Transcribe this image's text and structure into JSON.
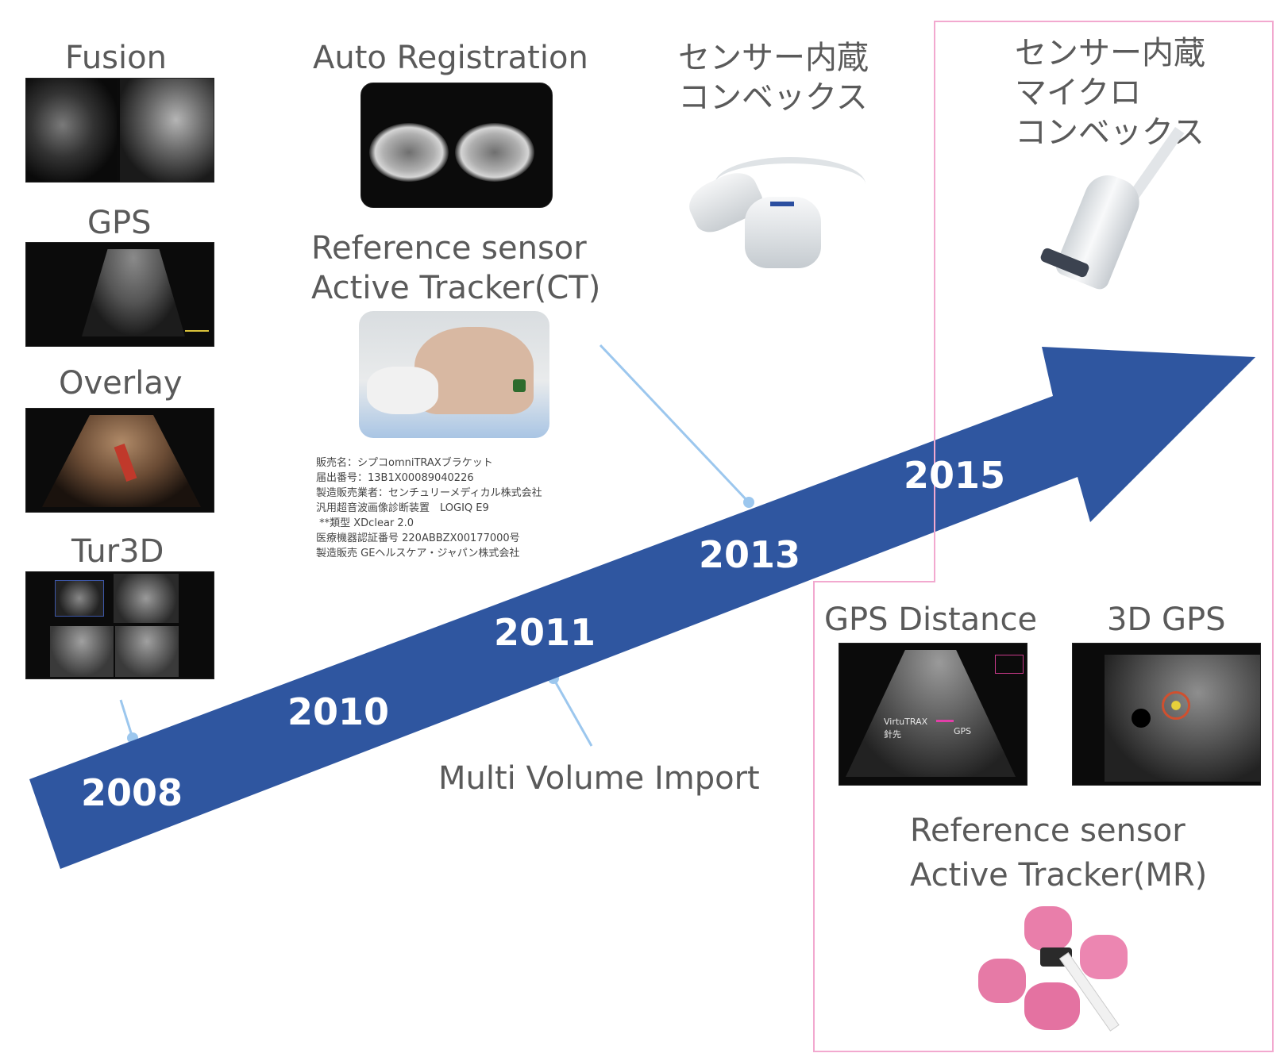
{
  "colors": {
    "arrow": "#2f56a0",
    "connector": "#9cc7ee",
    "highlight_border": "#f2a9cf",
    "year_text": "#ffffff",
    "label_text": "#5a5a5a"
  },
  "features_2008": {
    "fusion": "Fusion",
    "gps": "GPS",
    "overlay": "Overlay",
    "tur3d": "Tur3D"
  },
  "auto_registration": "Auto Registration",
  "reference_sensor_ct": {
    "line1": "Reference sensor",
    "line2": "Active Tracker(CT)"
  },
  "regulatory_note": [
    "販売名：シプコomniTRAXブラケット",
    "届出番号：13B1X00089040226",
    "製造販売業者：センチュリーメディカル株式会社",
    "汎用超音波画像診断装置　LOGIQ E9",
    " **類型 XDclear 2.0",
    "医療機器認証番号 220ABBZX00177000号",
    "製造販売 GEヘルスケア・ジャパン株式会社"
  ],
  "sensor_convex": {
    "line1": "センサー内蔵",
    "line2": "コンベックス"
  },
  "sensor_micro_convex": {
    "line1": "センサー内蔵",
    "line2": "マイクロ",
    "line3": "コンベックス"
  },
  "years": [
    "2008",
    "2010",
    "2011",
    "2013",
    "2015"
  ],
  "multi_volume_import": "Multi Volume Import",
  "gps_distance": "GPS Distance",
  "gps_3d": "3D GPS",
  "gps_distance_img": {
    "label1": "VirtuTRAX",
    "label2": "針先",
    "label3": "GPS"
  },
  "reference_sensor_mr": {
    "line1": "Reference sensor",
    "line2": "Active Tracker(MR)"
  }
}
